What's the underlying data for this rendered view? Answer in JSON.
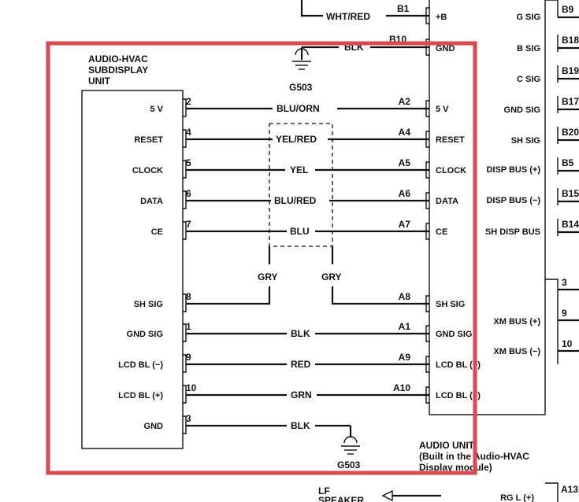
{
  "left_unit": {
    "title": [
      "AUDIO-HVAC",
      "SUBDISPLAY",
      "UNIT"
    ],
    "terminals": [
      "5 V",
      "RESET",
      "CLOCK",
      "DATA",
      "CE",
      "SH SIG",
      "GND SIG",
      "LCD BL (−)",
      "LCD BL (+)",
      "GND"
    ],
    "pins": [
      "2",
      "4",
      "5",
      "6",
      "7",
      "8",
      "1",
      "9",
      "10",
      "3"
    ]
  },
  "wires": {
    "colors": [
      "BLU/ORN",
      "YEL/RED",
      "YEL",
      "BLU/RED",
      "BLU",
      "BLK",
      "RED",
      "GRN",
      "BLK"
    ],
    "shield": [
      "GRY",
      "GRY"
    ]
  },
  "center_unit": {
    "pins": [
      "A2",
      "A4",
      "A5",
      "A6",
      "A7",
      "A8",
      "A1",
      "A9",
      "A10"
    ],
    "terminals": [
      "5 V",
      "RESET",
      "CLOCK",
      "DATA",
      "CE",
      "SH SIG",
      "GND SIG",
      "LCD BL (−)",
      "LCD BL (+)"
    ],
    "top_terminals": [
      "+B",
      "GND"
    ],
    "right_terminals": [
      "G SIG",
      "B SIG",
      "C SIG",
      "GND SIG",
      "SH SIG",
      "DISP BUS (+)",
      "DISP BUS (−)",
      "SH DISP BUS",
      "XM BUS (+)",
      "XM BUS (−)",
      "RG L (+)"
    ],
    "title": [
      "AUDIO UNIT",
      "(Built in the Audio-HVAC",
      "Display module)"
    ]
  },
  "top_wire": {
    "color": "WHT/RED",
    "pin": "B1",
    "gnd_color": "BLK",
    "gnd_pin": "B10"
  },
  "right_pins": [
    "B9",
    "B18",
    "B19",
    "B17",
    "B20",
    "B5",
    "B15",
    "B14",
    "3",
    "9",
    "10",
    "A13"
  ],
  "grounds": [
    "G503",
    "G503"
  ],
  "speaker": [
    "LF",
    "SPEAKER"
  ],
  "highlight_color": "#e0474c"
}
